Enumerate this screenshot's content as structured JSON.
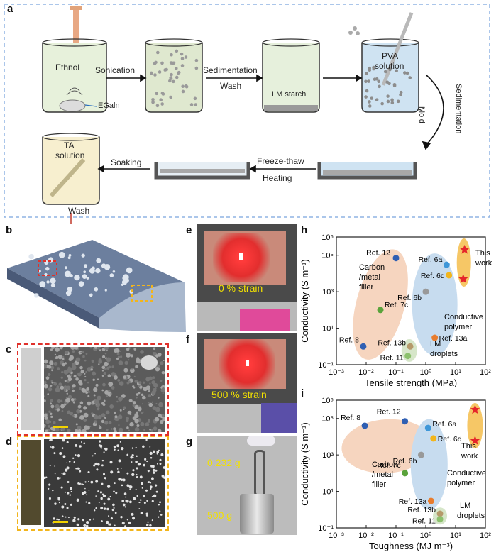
{
  "panels": {
    "a": "a",
    "b": "b",
    "c": "c",
    "d": "d",
    "e": "e",
    "f": "f",
    "g": "g",
    "h": "h",
    "i": "i"
  },
  "process": {
    "ethanol": "Ethnol",
    "egain": "EGaln",
    "sonication": "Sonication",
    "sedimentation_wash_1": "Sedimentation",
    "sedimentation_wash_2": "Wash",
    "lm_starch": "LM starch",
    "pva_solution_1": "PVA",
    "pva_solution_2": "solution",
    "mold": "Mold",
    "sedimentation_side": "Sedimentation",
    "freeze_thaw": "Freeze-thaw",
    "heating": "Heating",
    "soaking": "Soaking",
    "ta_solution_1": "TA",
    "ta_solution_2": "solution",
    "wash": "Wash"
  },
  "photos": {
    "e_caption": "0 % strain",
    "f_caption": "500 % strain",
    "g_top": "0.232 g",
    "g_bottom": "500 g"
  },
  "colors": {
    "dashed_blue": "#8fb4e3",
    "red_box": "#e0312b",
    "yellow_box": "#f2b51c",
    "carbon_region": "#f6d5bf",
    "polymer_region": "#c7dcef",
    "lm_region": "#d6e6c9",
    "this_work_region": "#f6c766",
    "star": "#e5252a"
  },
  "chart_data": [
    {
      "type": "scatter",
      "panel": "h",
      "xlabel": "Tensile strength (MPa)",
      "ylabel": "Conductivity (S m⁻¹)",
      "xscale": "log",
      "yscale": "log",
      "xlim": [
        0.001,
        100
      ],
      "ylim": [
        0.1,
        1000000
      ],
      "xticks": [
        "10⁻³",
        "10⁻²",
        "10⁻¹",
        "10⁰",
        "10¹",
        "10²"
      ],
      "yticks": [
        "10⁻¹",
        "10¹",
        "10³",
        "10⁵",
        "10⁶"
      ],
      "region_labels": [
        "Carbon",
        "/metal",
        "filler",
        "Conductive",
        "polymer",
        "LM",
        "droplets",
        "This",
        "work"
      ],
      "points": [
        {
          "label": "Ref. 12",
          "x": 0.1,
          "y": 70000,
          "color": "#2f5fb3"
        },
        {
          "label": "Ref. 7c",
          "x": 0.03,
          "y": 100,
          "color": "#5aa33b"
        },
        {
          "label": "Ref. 8",
          "x": 0.008,
          "y": 1.0,
          "color": "#2f5fb3"
        },
        {
          "label": "Ref. 6a",
          "x": 5,
          "y": 30000,
          "color": "#3f97d8"
        },
        {
          "label": "Ref. 6d",
          "x": 6,
          "y": 8000,
          "color": "#f2b51c"
        },
        {
          "label": "Ref. 6b",
          "x": 1,
          "y": 1000,
          "color": "#999999"
        },
        {
          "label": "Ref. 13a",
          "x": 2,
          "y": 3,
          "color": "#e87c2c"
        },
        {
          "label": "Ref. 13b",
          "x": 0.3,
          "y": 1.0,
          "color": "#b59a6a"
        },
        {
          "label": "Ref. 11",
          "x": 0.25,
          "y": 0.3,
          "color": "#8bc06c"
        }
      ],
      "this_work": [
        {
          "x": 20,
          "y": 200000
        },
        {
          "x": 18,
          "y": 5000
        }
      ]
    },
    {
      "type": "scatter",
      "panel": "i",
      "xlabel": "Toughness (MJ m⁻³)",
      "ylabel": "Conductivity (S m⁻¹)",
      "xscale": "log",
      "yscale": "log",
      "xlim": [
        0.001,
        100
      ],
      "ylim": [
        0.1,
        1000000
      ],
      "xticks": [
        "10⁻³",
        "10⁻²",
        "10⁻¹",
        "10⁰",
        "10¹",
        "10²"
      ],
      "yticks": [
        "10⁻¹",
        "10¹",
        "10³",
        "10⁵",
        "10⁶"
      ],
      "region_labels": [
        "Carbon",
        "/metal",
        "filler",
        "Conductive",
        "polymer",
        "LM",
        "droplets",
        "This",
        "work"
      ],
      "points": [
        {
          "label": "Ref. 8",
          "x": 0.009,
          "y": 40000,
          "color": "#2f5fb3"
        },
        {
          "label": "Ref. 12",
          "x": 0.2,
          "y": 70000,
          "color": "#2f5fb3"
        },
        {
          "label": "Ref. 6a",
          "x": 1.2,
          "y": 30000,
          "color": "#3f97d8"
        },
        {
          "label": "Ref. 6d",
          "x": 1.8,
          "y": 8000,
          "color": "#f2b51c"
        },
        {
          "label": "Ref. 6b",
          "x": 0.7,
          "y": 1000,
          "color": "#999999"
        },
        {
          "label": "Ref. 7c",
          "x": 0.2,
          "y": 100,
          "color": "#5aa33b"
        },
        {
          "label": "Ref. 13a",
          "x": 1.5,
          "y": 3,
          "color": "#e87c2c"
        },
        {
          "label": "Ref. 13b",
          "x": 3,
          "y": 0.6,
          "color": "#b59a6a"
        },
        {
          "label": "Ref. 11",
          "x": 3,
          "y": 0.3,
          "color": "#8bc06c"
        }
      ],
      "this_work": [
        {
          "x": 45,
          "y": 300000
        },
        {
          "x": 45,
          "y": 6000
        }
      ]
    }
  ]
}
